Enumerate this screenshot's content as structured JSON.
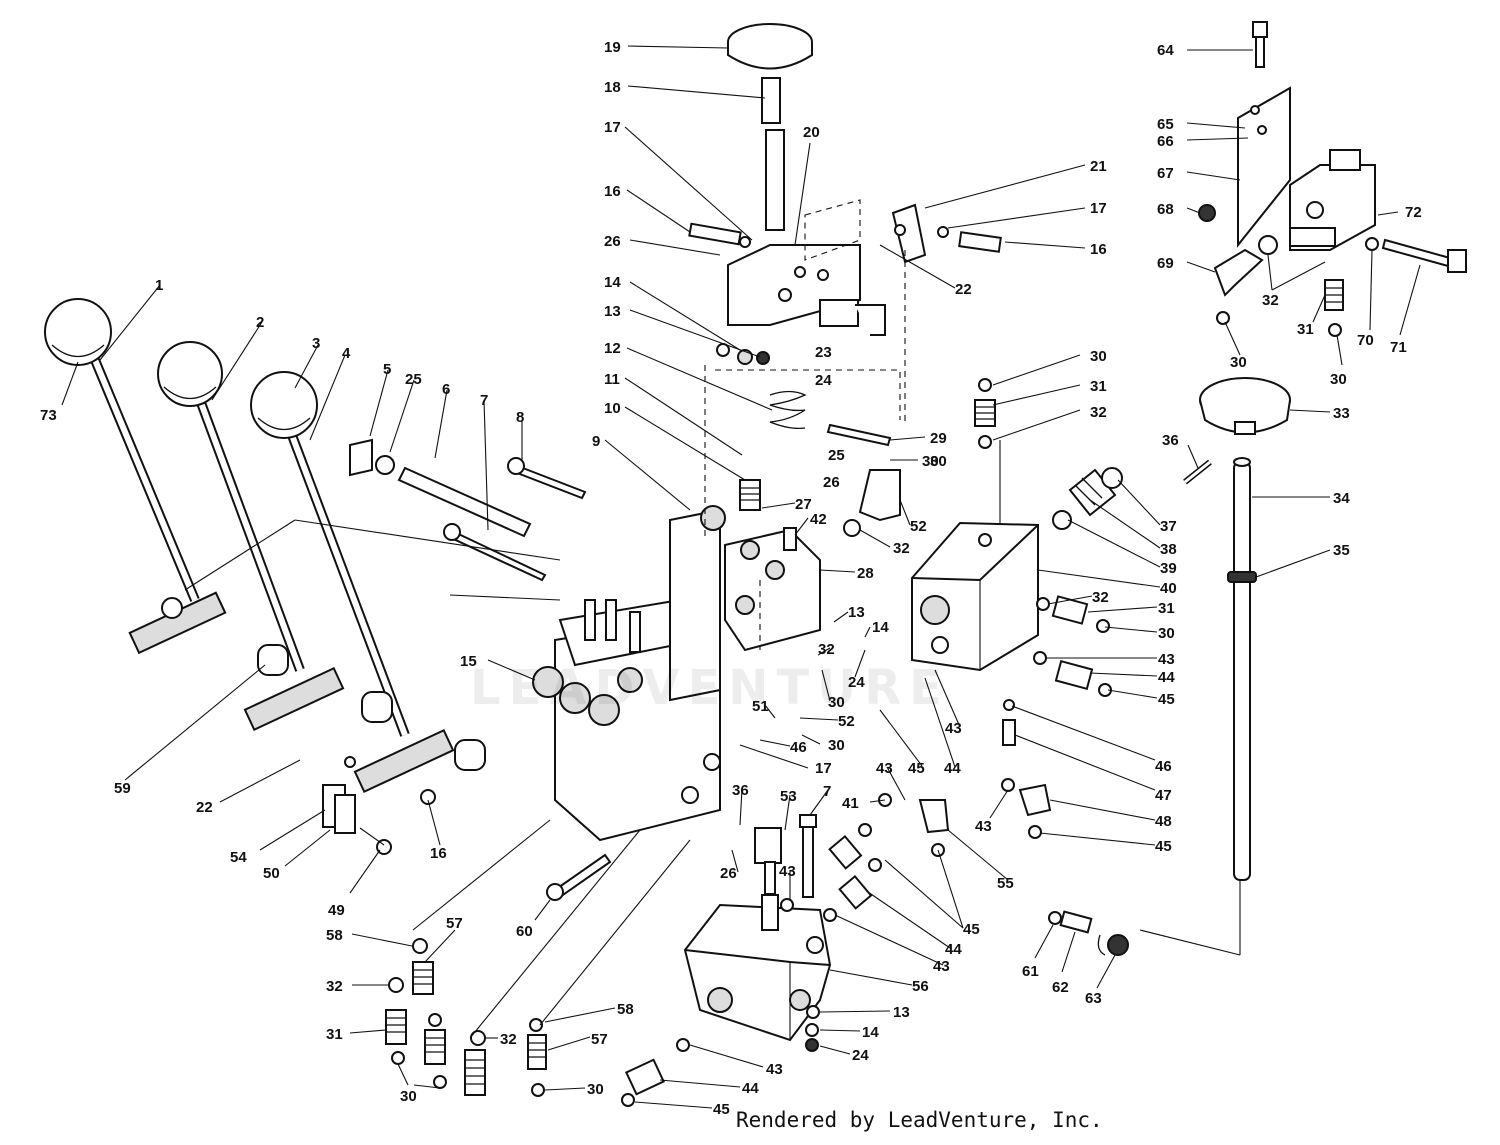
{
  "credit": "Rendered by LeadVenture, Inc.",
  "watermark": "LEADVENTURE",
  "labels": [
    {
      "id": "l19",
      "text": "19"
    },
    {
      "id": "l18",
      "text": "18"
    },
    {
      "id": "l17a",
      "text": "17"
    },
    {
      "id": "l20",
      "text": "20"
    },
    {
      "id": "l16a",
      "text": "16"
    },
    {
      "id": "l26a",
      "text": "26"
    },
    {
      "id": "l14a",
      "text": "14"
    },
    {
      "id": "l13a",
      "text": "13"
    },
    {
      "id": "l12",
      "text": "12"
    },
    {
      "id": "l11",
      "text": "11"
    },
    {
      "id": "l10",
      "text": "10"
    },
    {
      "id": "l9",
      "text": "9"
    },
    {
      "id": "l21",
      "text": "21"
    },
    {
      "id": "l17b",
      "text": "17"
    },
    {
      "id": "l16b",
      "text": "16"
    },
    {
      "id": "l22a",
      "text": "22"
    },
    {
      "id": "l23",
      "text": "23"
    },
    {
      "id": "l24a",
      "text": "24"
    },
    {
      "id": "l25a",
      "text": "25"
    },
    {
      "id": "l26b",
      "text": "26"
    },
    {
      "id": "l29",
      "text": "29"
    },
    {
      "id": "l30a",
      "text": "30"
    },
    {
      "id": "l27",
      "text": "27"
    },
    {
      "id": "l42",
      "text": "42"
    },
    {
      "id": "l52a",
      "text": "52"
    },
    {
      "id": "l32a",
      "text": "32"
    },
    {
      "id": "l28",
      "text": "28"
    },
    {
      "id": "l1",
      "text": "1"
    },
    {
      "id": "l73",
      "text": "73"
    },
    {
      "id": "l2",
      "text": "2"
    },
    {
      "id": "l3",
      "text": "3"
    },
    {
      "id": "l4",
      "text": "4"
    },
    {
      "id": "l5",
      "text": "5"
    },
    {
      "id": "l25b",
      "text": "25"
    },
    {
      "id": "l6",
      "text": "6"
    },
    {
      "id": "l7a",
      "text": "7"
    },
    {
      "id": "l8",
      "text": "8"
    },
    {
      "id": "l59",
      "text": "59"
    },
    {
      "id": "l22b",
      "text": "22"
    },
    {
      "id": "l54",
      "text": "54"
    },
    {
      "id": "l50",
      "text": "50"
    },
    {
      "id": "l16c",
      "text": "16"
    },
    {
      "id": "l49",
      "text": "49"
    },
    {
      "id": "l15",
      "text": "15"
    },
    {
      "id": "l64",
      "text": "64"
    },
    {
      "id": "l65",
      "text": "65"
    },
    {
      "id": "l66",
      "text": "66"
    },
    {
      "id": "l67",
      "text": "67"
    },
    {
      "id": "l68",
      "text": "68"
    },
    {
      "id": "l72",
      "text": "72"
    },
    {
      "id": "l69",
      "text": "69"
    },
    {
      "id": "l32b",
      "text": "32"
    },
    {
      "id": "l31a",
      "text": "31"
    },
    {
      "id": "l70",
      "text": "70"
    },
    {
      "id": "l71",
      "text": "71"
    },
    {
      "id": "l30b",
      "text": "30"
    },
    {
      "id": "l30c",
      "text": "30"
    },
    {
      "id": "l33",
      "text": "33"
    },
    {
      "id": "l36a",
      "text": "36"
    },
    {
      "id": "l34",
      "text": "34"
    },
    {
      "id": "l35",
      "text": "35"
    },
    {
      "id": "l30d",
      "text": "30"
    },
    {
      "id": "l31b",
      "text": "31"
    },
    {
      "id": "l32c",
      "text": "32"
    },
    {
      "id": "l30e",
      "text": "30"
    },
    {
      "id": "l37",
      "text": "37"
    },
    {
      "id": "l38",
      "text": "38"
    },
    {
      "id": "l39",
      "text": "39"
    },
    {
      "id": "l40",
      "text": "40"
    },
    {
      "id": "l32d",
      "text": "32"
    },
    {
      "id": "l31c",
      "text": "31"
    },
    {
      "id": "l30f",
      "text": "30"
    },
    {
      "id": "l43a",
      "text": "43"
    },
    {
      "id": "l44a",
      "text": "44"
    },
    {
      "id": "l45a",
      "text": "45"
    },
    {
      "id": "l46a",
      "text": "46"
    },
    {
      "id": "l47",
      "text": "47"
    },
    {
      "id": "l48",
      "text": "48"
    },
    {
      "id": "l45b",
      "text": "45"
    },
    {
      "id": "l43b",
      "text": "43"
    },
    {
      "id": "l13b",
      "text": "13"
    },
    {
      "id": "l14b",
      "text": "14"
    },
    {
      "id": "l32e",
      "text": "32"
    },
    {
      "id": "l24b",
      "text": "24"
    },
    {
      "id": "l30g",
      "text": "30"
    },
    {
      "id": "l52b",
      "text": "52"
    },
    {
      "id": "l51",
      "text": "51"
    },
    {
      "id": "l46b",
      "text": "46"
    },
    {
      "id": "l30h",
      "text": "30"
    },
    {
      "id": "l45c",
      "text": "45"
    },
    {
      "id": "l44b",
      "text": "44"
    },
    {
      "id": "l43c",
      "text": "43"
    },
    {
      "id": "l17c",
      "text": "17"
    },
    {
      "id": "l43d",
      "text": "43"
    },
    {
      "id": "l41",
      "text": "41"
    },
    {
      "id": "l36b",
      "text": "36"
    },
    {
      "id": "l53",
      "text": "53"
    },
    {
      "id": "l7b",
      "text": "7"
    },
    {
      "id": "l26c",
      "text": "26"
    },
    {
      "id": "l43e",
      "text": "43"
    },
    {
      "id": "l55",
      "text": "55"
    },
    {
      "id": "l45d",
      "text": "45"
    },
    {
      "id": "l44c",
      "text": "44"
    },
    {
      "id": "l43f",
      "text": "43"
    },
    {
      "id": "l56",
      "text": "56"
    },
    {
      "id": "l13c",
      "text": "13"
    },
    {
      "id": "l14c",
      "text": "14"
    },
    {
      "id": "l24c",
      "text": "24"
    },
    {
      "id": "l61",
      "text": "61"
    },
    {
      "id": "l62",
      "text": "62"
    },
    {
      "id": "l63",
      "text": "63"
    },
    {
      "id": "l60",
      "text": "60"
    },
    {
      "id": "l58a",
      "text": "58"
    },
    {
      "id": "l57a",
      "text": "57"
    },
    {
      "id": "l32f",
      "text": "32"
    },
    {
      "id": "l31d",
      "text": "31"
    },
    {
      "id": "l30i",
      "text": "30"
    },
    {
      "id": "l32g",
      "text": "32"
    },
    {
      "id": "l58b",
      "text": "58"
    },
    {
      "id": "l57b",
      "text": "57"
    },
    {
      "id": "l30j",
      "text": "30"
    },
    {
      "id": "l43g",
      "text": "43"
    },
    {
      "id": "l44d",
      "text": "44"
    },
    {
      "id": "l45e",
      "text": "45"
    }
  ]
}
